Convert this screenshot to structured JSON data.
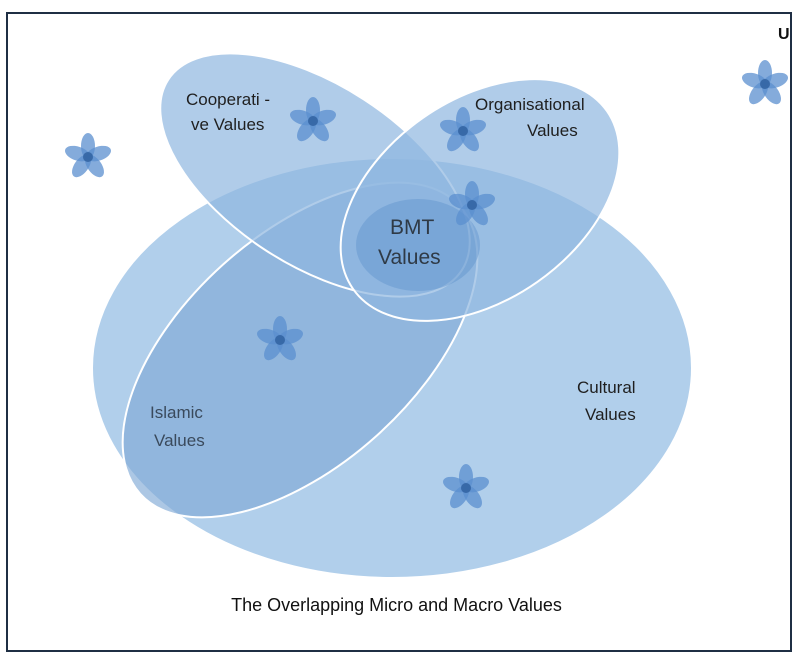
{
  "title": "The Overlapping Micro and Macro Values",
  "corner_text": "U",
  "ellipses": {
    "cooperative": {
      "line1": "Cooperati -",
      "line2": "ve Values"
    },
    "organisational": {
      "line1": "Organisational",
      "line2": "Values"
    },
    "bmt": {
      "line1": "BMT",
      "line2": "Values"
    },
    "islamic": {
      "line1": "Islamic",
      "line2": "Values"
    },
    "cultural": {
      "line1": "Cultural",
      "line2": "Values"
    }
  },
  "colors": {
    "ellipse_fill": "#9dc3e6",
    "ellipse_stroke": "#ffffff",
    "flower": "#5b8fcf",
    "frame": "#1f2f44"
  },
  "icons": [
    "flower-icon"
  ]
}
